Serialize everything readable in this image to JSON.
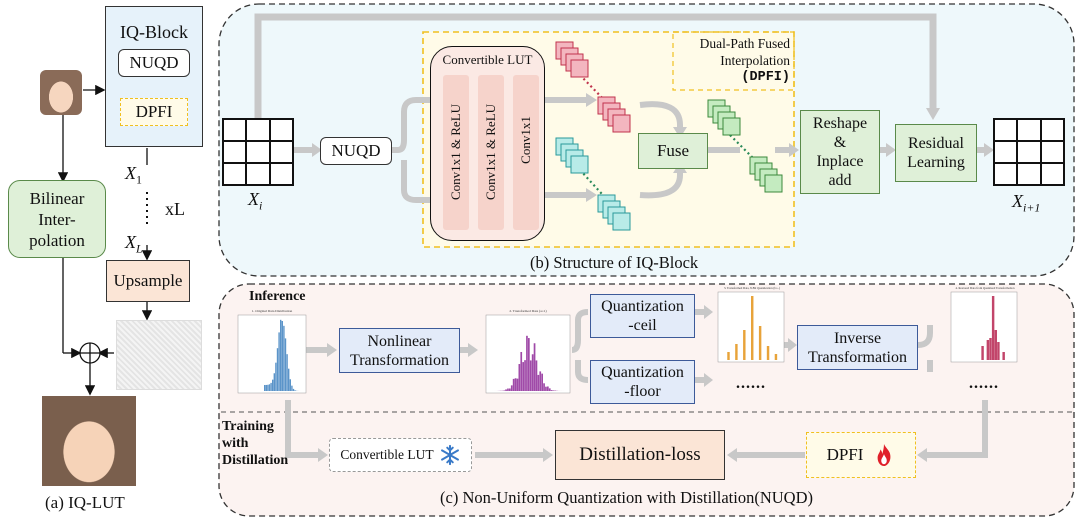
{
  "panel_a": {
    "block_title": "IQ-Block",
    "nuqd": "NUQD",
    "dpfi": "DPFI",
    "x1": "X",
    "x1_sub": "1",
    "xl_label": "xL",
    "xL": "X",
    "xL_sub": "L",
    "bilinear_line1": "Bilinear",
    "bilinear_line2": "Inter-",
    "bilinear_line3": "polation",
    "upsample": "Upsample",
    "caption": "(a) IQ-LUT"
  },
  "panel_b": {
    "nuqd": "NUQD",
    "convertible_lut": "Convertible LUT",
    "conv1": "Conv1x1 & ReLU",
    "conv2": "Conv1x1 & ReLU",
    "conv3": "Conv1x1",
    "dpfi_line1": "Dual-Path Fused",
    "dpfi_line2": "Interpolation",
    "dpfi_line3": "(DPFI)",
    "fuse": "Fuse",
    "reshape_line1": "Reshape",
    "reshape_line2": "&",
    "reshape_line3": "Inplace",
    "reshape_line4": "add",
    "residual_line1": "Residual",
    "residual_line2": "Learning",
    "xi": "X",
    "xi_sub": "i",
    "xi1": "X",
    "xi1_sub": "i+1",
    "caption": "(b) Structure of IQ-Block"
  },
  "panel_c": {
    "inference": "Inference",
    "nonlinear_line1": "Nonlinear",
    "nonlinear_line2": "Transformation",
    "quant_ceil_line1": "Quantization",
    "quant_ceil_line2": "-ceil",
    "quant_floor_line1": "Quantization",
    "quant_floor_line2": "-floor",
    "dots1": "......",
    "dots2": "......",
    "inverse_line1": "Inverse",
    "inverse_line2": "Transformation",
    "training_line1": "Training",
    "training_line2": "with",
    "training_line3": "Distillation",
    "convertible_lut": "Convertible LUT",
    "distillation_loss": "Distillation-loss",
    "dpfi": "DPFI",
    "caption": "(c) Non-Uniform Quantization with Distillation(NUQD)",
    "plot1_title": "1. Original Data Distribution",
    "plot2_title": "2. Transformed Data (a=1)",
    "plot3_title": "3. Transformed Data, 8-Bit Quantization (b=..)",
    "plot4_title": "4. Restored Data from Quantized Transformation"
  },
  "colors": {
    "green_fill": "#dff0d8",
    "green_border": "#5a8a4a",
    "blue_fill": "#e3ebf9",
    "blue_border": "#3d5a99",
    "peach_fill": "#fbe5d6",
    "dash_yellow": "#f0c020",
    "panel_b_bg": "#eef8fb",
    "panel_c_bg": "#fcf3f1",
    "red_cube": "#f3b6bf",
    "cyan_cube": "#b8ebe8",
    "green_cube": "#c4ebc0",
    "plot_blue": "#5b94c9",
    "plot_purple": "#a04aa8",
    "plot_orange": "#e8a33a",
    "plot_red": "#c2456a"
  }
}
